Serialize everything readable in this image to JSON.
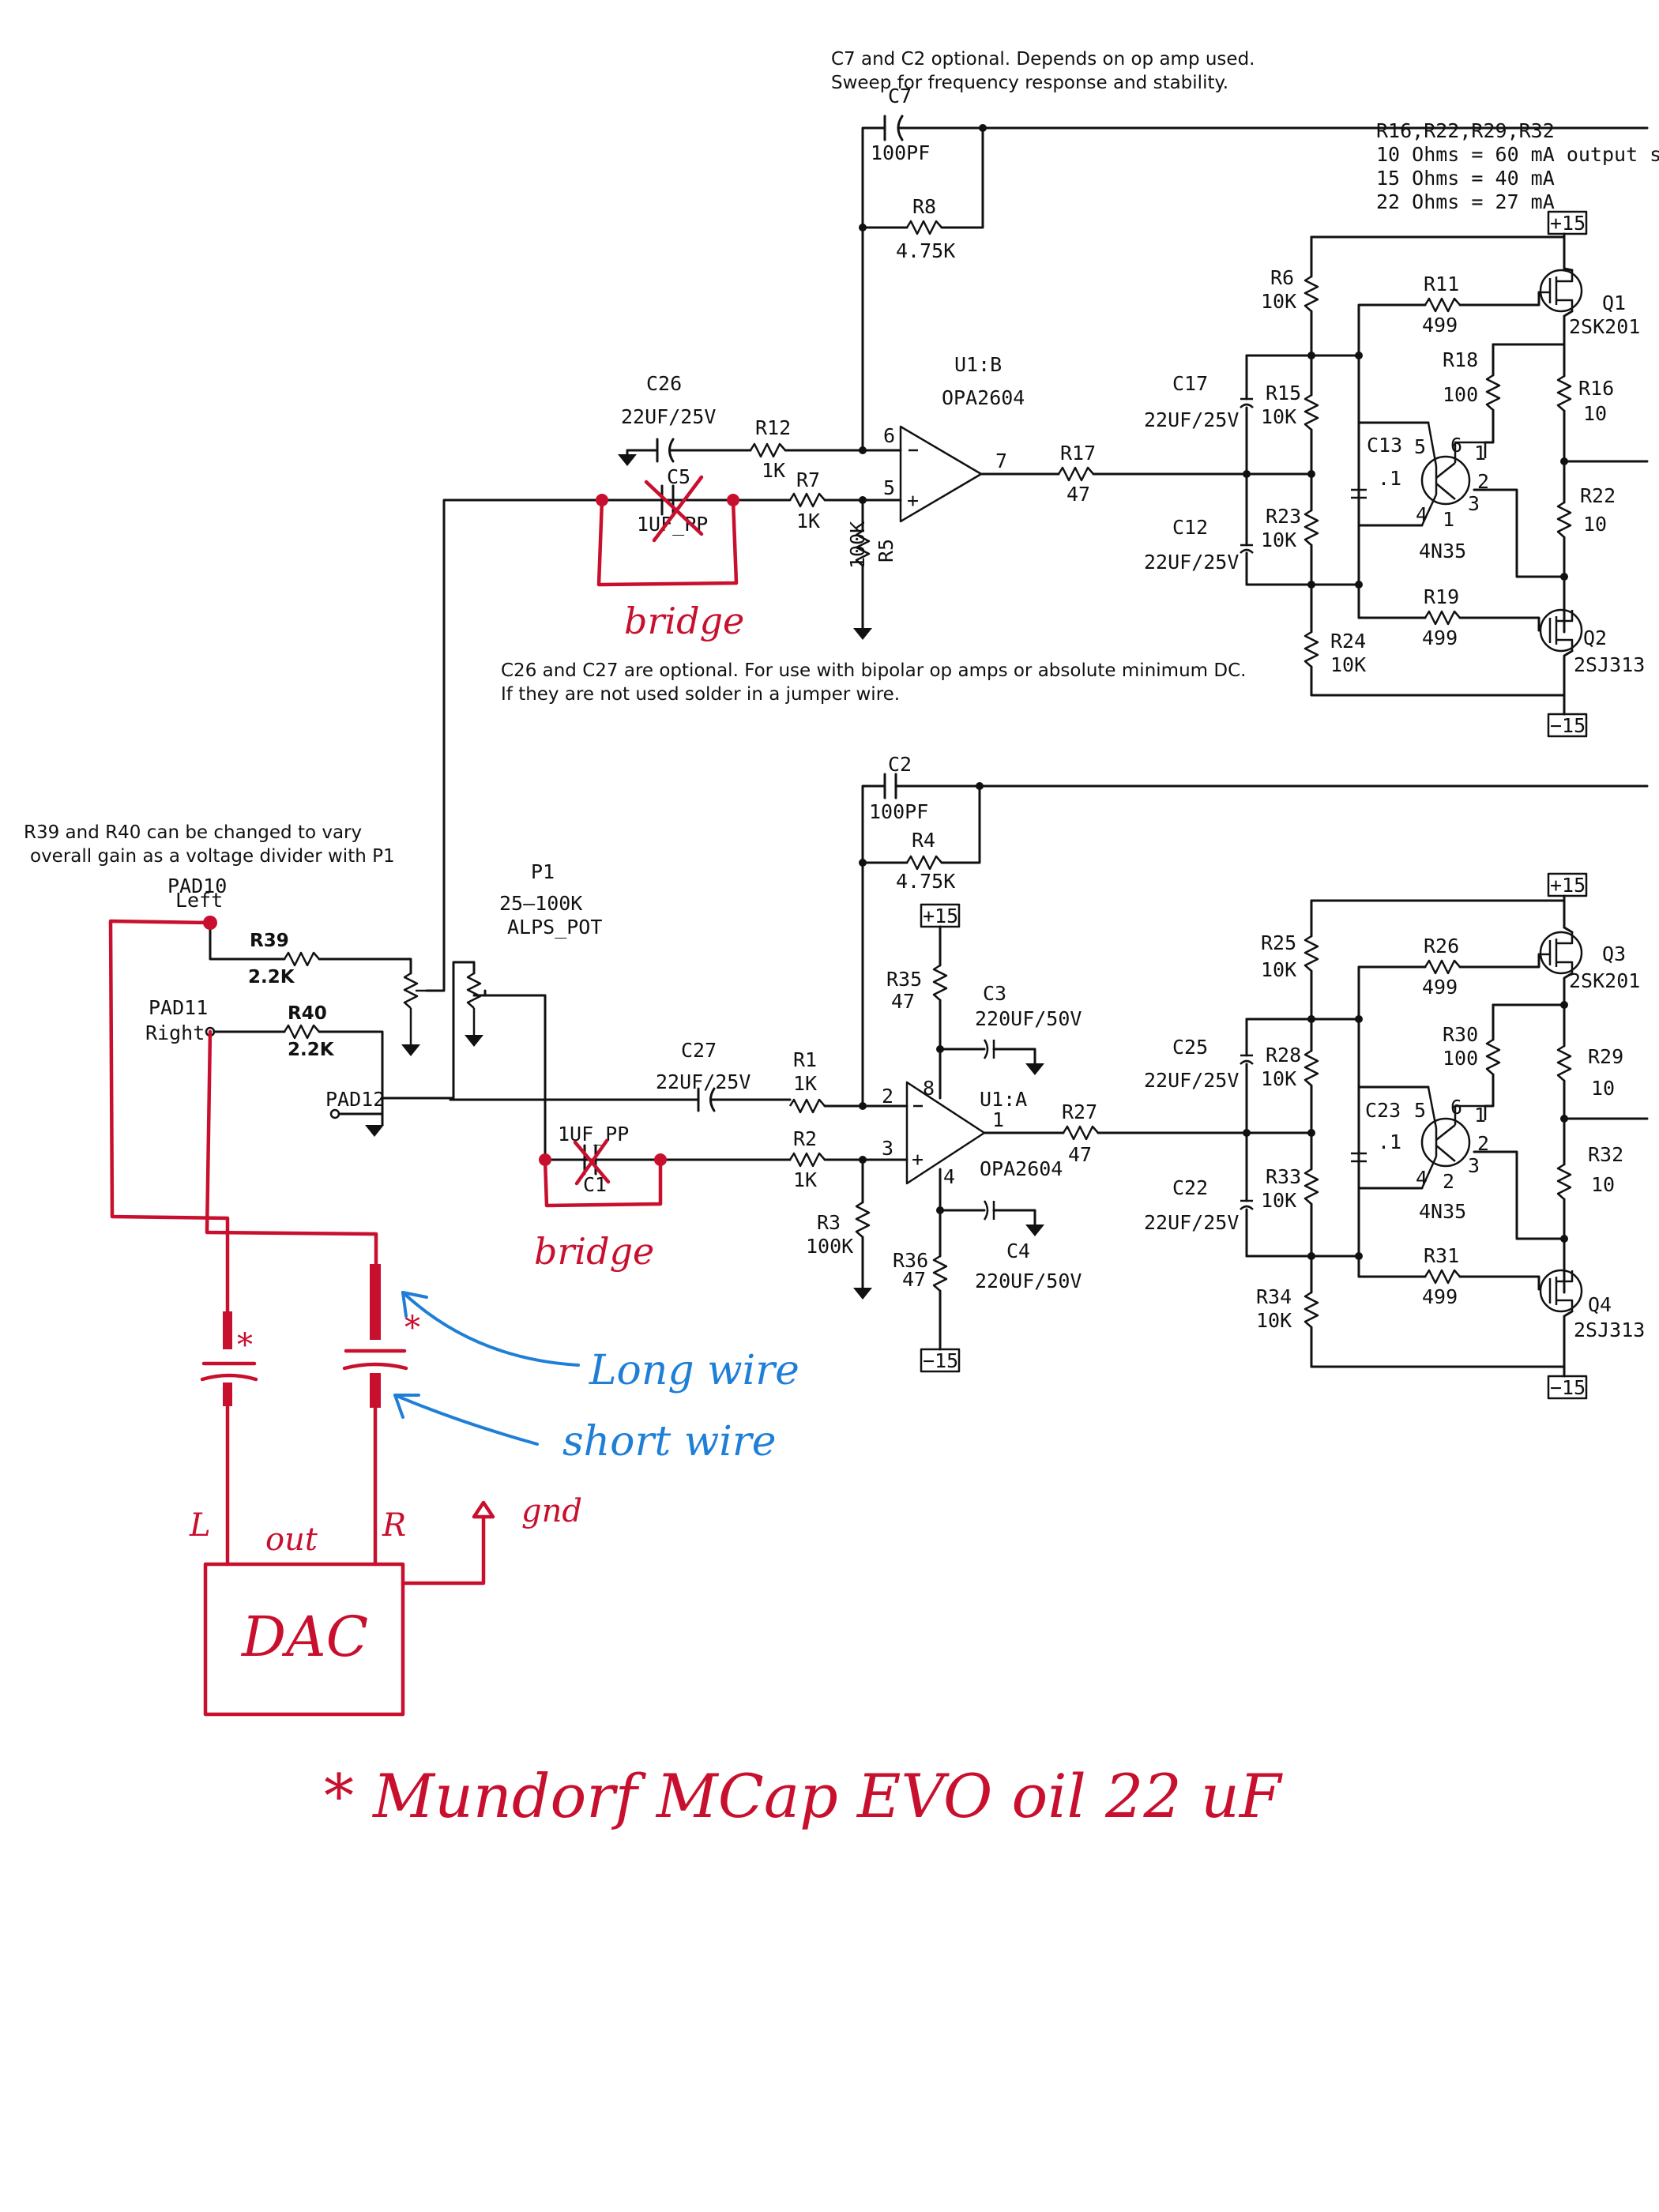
{
  "notes": {
    "optional_c7_c2_line1": "C7 and C2 optional. Depends on op amp used.",
    "optional_c7_c2_line2": "Sweep for frequency response and stability.",
    "output_res_heading": "R16,R22,R29,R32",
    "output_res_1": "10 Ohms = 60 mA output s",
    "output_res_2": "15 Ohms = 40 mA",
    "output_res_3": "22 Ohms = 27 mA",
    "c26_c27_line1": "C26 and C27 are optional. For use with bipolar op amps or absolute minimum DC.",
    "c26_c27_line2": "If they are not used solder in a jumper wire.",
    "r39_r40_line1": "R39 and R40 can be changed to vary",
    "r39_r40_line2": "overall gain as a voltage divider with P1"
  },
  "rails": {
    "plus": "+15",
    "minus": "−15"
  },
  "labels": {
    "C7": "C7",
    "C7v": "100PF",
    "R8": "R8",
    "R8v": "4.75K",
    "C26": "C26",
    "C26v": "22UF/25V",
    "R12": "R12",
    "R12v": "1K",
    "C5": "C5",
    "C5v": "1UF_PP",
    "R7": "R7",
    "R7v": "1K",
    "R5": "R5",
    "R5v": "100K",
    "U1B": "U1:B",
    "U1Bv": "OPA2604",
    "pin6": "6",
    "pin5": "5",
    "pin7": "7",
    "R17": "R17",
    "R17v": "47",
    "C17": "C17",
    "C17v": "22UF/25V",
    "C12": "C12",
    "C12v": "22UF/25V",
    "R6": "R6",
    "R6v": "10K",
    "R15": "R15",
    "R15v": "10K",
    "R23": "R23",
    "R23v": "10K",
    "R24": "R24",
    "R24v": "10K",
    "R11": "R11",
    "R11v": "499",
    "R18": "R18",
    "R18v": "100",
    "R19": "R19",
    "R19v": "499",
    "C13": "C13",
    "C13v": ".1",
    "OPT1": "4N35",
    "Q1": "Q1",
    "Q1v": "2SK201",
    "Q2": "Q2",
    "Q2v": "2SJ313",
    "R16": "R16",
    "R16v": "10",
    "R22": "R22",
    "R22v": "10",
    "C2": "C2",
    "C2v": "100PF",
    "R4": "R4",
    "R4v": "4.75K",
    "PAD10": "PAD10",
    "Left": "Left",
    "PAD11": "PAD11",
    "Right": "Right",
    "PAD12": "PAD12",
    "R39": "R39",
    "R39v": "2.2K",
    "R40": "R40",
    "R40v": "2.2K",
    "P1": "P1",
    "P1v": "25–100K",
    "P1t": "ALPS_POT",
    "C27": "C27",
    "C27v": "22UF/25V",
    "R1": "R1",
    "R1v": "1K",
    "C1": "C1",
    "C1v": "1UF_PP",
    "R2": "R2",
    "R2v": "1K",
    "R3": "R3",
    "R3v": "100K",
    "R35": "R35",
    "R35v": "47",
    "R36": "R36",
    "R36v": "47",
    "C3": "C3",
    "C3v": "220UF/50V",
    "C4": "C4",
    "C4v": "220UF/50V",
    "U1A": "U1:A",
    "U1Av": "OPA2604",
    "pin2": "2",
    "pin3": "3",
    "pin1": "1",
    "pin8": "8",
    "pin4": "4",
    "R27": "R27",
    "R27v": "47",
    "C25": "C25",
    "C25v": "22UF/25V",
    "C22": "C22",
    "C22v": "22UF/25V",
    "R25": "R25",
    "R25v": "10K",
    "R28": "R28",
    "R28v": "10K",
    "R33": "R33",
    "R33v": "10K",
    "R34": "R34",
    "R34v": "10K",
    "R26": "R26",
    "R26v": "499",
    "R30": "R30",
    "R30v": "100",
    "R31": "R31",
    "R31v": "499",
    "C23": "C23",
    "C23v": ".1",
    "OPT2": "4N35",
    "Q3": "Q3",
    "Q3v": "2SK201",
    "Q4": "Q4",
    "Q4v": "2SJ313",
    "R29": "R29",
    "R29v": "10",
    "R32": "R32",
    "R32v": "10",
    "pin_s5": "5",
    "pin_s6": "6",
    "pin_s4": "4",
    "pin_s1": "1",
    "pin_s2": "2",
    "pin_s3": "3"
  },
  "handwritten": {
    "bridge_top": "bridge",
    "bridge_bottom": "bridge",
    "long_wire": "Long wire",
    "short_wire": "short wire",
    "L": "L",
    "out": "out",
    "R": "R",
    "gnd": "gnd",
    "dac": "DAC",
    "star": "*",
    "footnote": "* Mundorf MCap EVO oil  22 uF"
  },
  "colors": {
    "ink": "#111111",
    "red_markup": "#c8102e",
    "blue_markup": "#1f7fd6"
  }
}
